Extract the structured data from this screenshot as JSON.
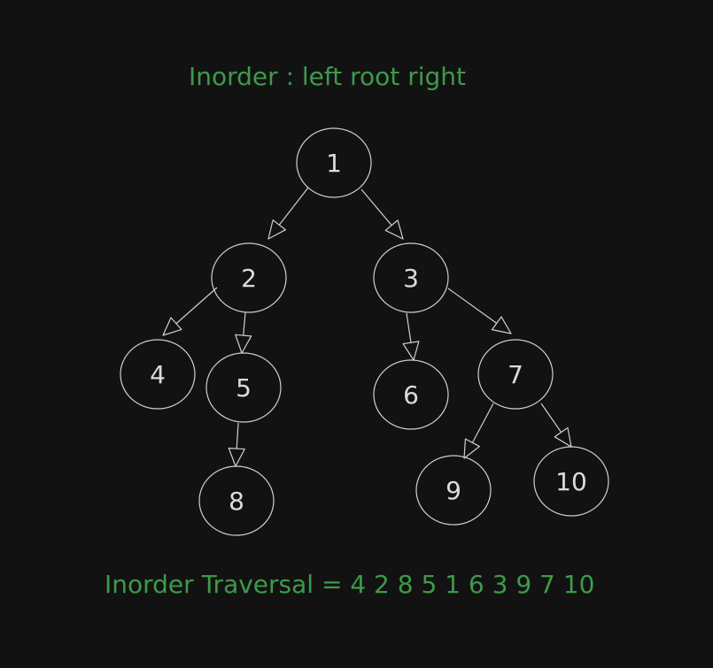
{
  "title": "Inorder : left root right",
  "result": "Inorder Traversal = 4 2 8 5 1 6 3 9 7 10",
  "colors": {
    "background": "#121212",
    "stroke": "#d0d0d0",
    "text": "#dcdcdc",
    "accent": "#3d9a4a"
  },
  "tree": {
    "nodes": [
      {
        "id": "n1",
        "label": "1"
      },
      {
        "id": "n2",
        "label": "2"
      },
      {
        "id": "n3",
        "label": "3"
      },
      {
        "id": "n4",
        "label": "4"
      },
      {
        "id": "n5",
        "label": "5"
      },
      {
        "id": "n6",
        "label": "6"
      },
      {
        "id": "n7",
        "label": "7"
      },
      {
        "id": "n8",
        "label": "8"
      },
      {
        "id": "n9",
        "label": "9"
      },
      {
        "id": "n10",
        "label": "10"
      }
    ],
    "edges": [
      {
        "from": "n1",
        "to": "n2"
      },
      {
        "from": "n1",
        "to": "n3"
      },
      {
        "from": "n2",
        "to": "n4"
      },
      {
        "from": "n2",
        "to": "n5"
      },
      {
        "from": "n5",
        "to": "n8"
      },
      {
        "from": "n3",
        "to": "n6"
      },
      {
        "from": "n3",
        "to": "n7"
      },
      {
        "from": "n7",
        "to": "n9"
      },
      {
        "from": "n7",
        "to": "n10"
      }
    ]
  }
}
